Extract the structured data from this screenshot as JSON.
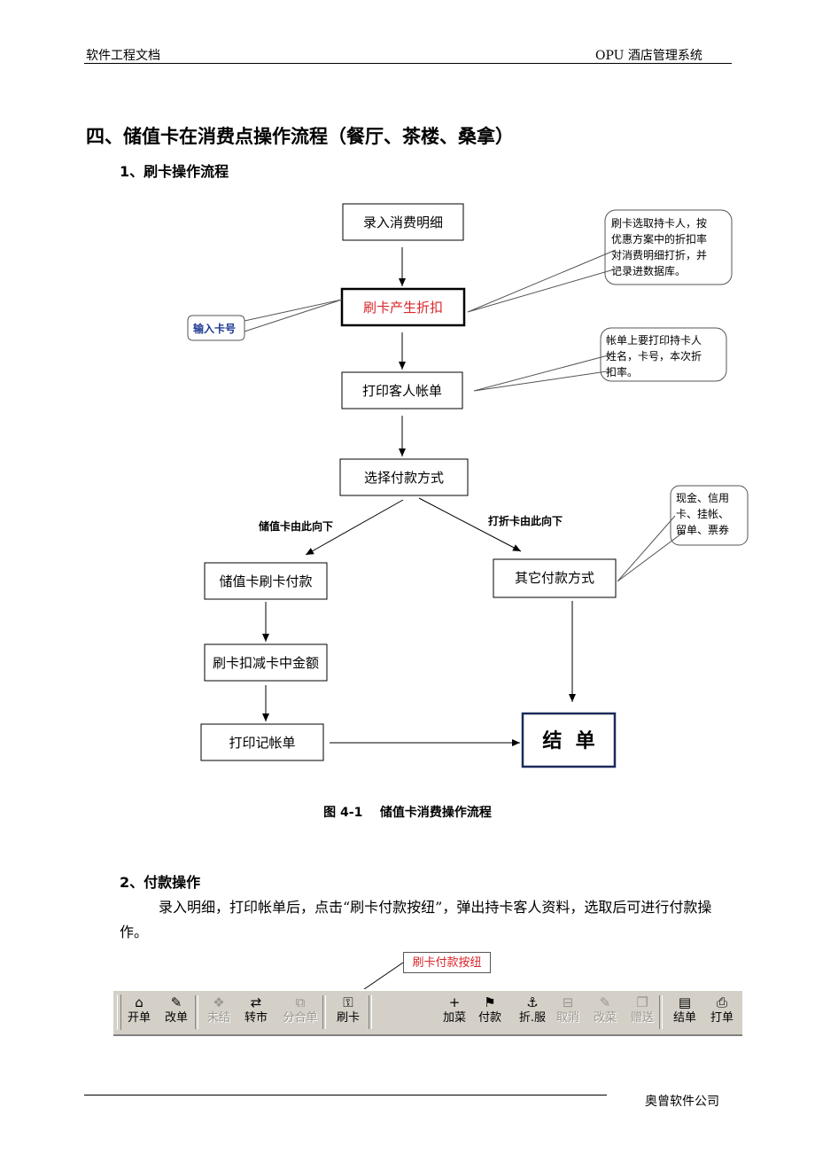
{
  "header": {
    "left": "软件工程文档",
    "right": "OPU 酒店管理系统"
  },
  "section_title": "四、储值卡在消费点操作流程（餐厅、茶楼、桑拿）",
  "subsection1": "1、刷卡操作流程",
  "flow": {
    "step1": "录入消费明细",
    "step2": "刷卡产生折扣",
    "step3": "打印客人帐单",
    "step4": "选择付款方式",
    "left1": "储值卡刷卡付款",
    "left2": "刷卡扣减卡中金额",
    "left3": "打印记帐单",
    "right1": "其它付款方式",
    "end": "结  单",
    "label_left": "储值卡由此向下",
    "label_right": "打折卡由此向下",
    "note_card": "输入卡号",
    "note1": [
      "刷卡选取持卡人，按",
      "优惠方案中的折扣率",
      "对消费明细打折，并",
      "记录进数据库。"
    ],
    "note2": [
      "帐单上要打印持卡人",
      "姓名，卡号，本次折",
      "扣率。"
    ],
    "note3": [
      "现金、信用",
      "卡、挂帐、",
      "留单、票券"
    ]
  },
  "figure_caption": "图 4-1    储值卡消费操作流程",
  "subsection2": "2、付款操作",
  "paragraph": "录入明细，打印帐单后，点击“刷卡付款按纽”，弹出持卡客人资料，选取后可进行付款操作。",
  "callout": "刷卡付款按纽",
  "toolbar": {
    "buttons": [
      {
        "label": "开单",
        "icon": "open-bill-icon",
        "glyph": "⌂",
        "enabled": true
      },
      {
        "label": "改单",
        "icon": "edit-bill-icon",
        "glyph": "✎",
        "enabled": true
      },
      {
        "label": "未结",
        "icon": "unsettled-icon",
        "glyph": "❖",
        "enabled": false
      },
      {
        "label": "转市",
        "icon": "transfer-icon",
        "glyph": "⇄",
        "enabled": true
      },
      {
        "label": "分合单",
        "icon": "split-merge-icon",
        "glyph": "⧉",
        "enabled": false
      },
      {
        "label": "刷卡",
        "icon": "card-swipe-icon",
        "glyph": "⚿",
        "enabled": true
      },
      {
        "label": "加菜",
        "icon": "add-dish-icon",
        "glyph": "+",
        "enabled": true
      },
      {
        "label": "付款",
        "icon": "payment-icon",
        "glyph": "⚑",
        "enabled": true
      },
      {
        "label": "折.服",
        "icon": "discount-service-icon",
        "glyph": "⚓",
        "enabled": true
      },
      {
        "label": "取消",
        "icon": "cancel-icon",
        "glyph": "⊟",
        "enabled": false
      },
      {
        "label": "改菜",
        "icon": "change-dish-icon",
        "glyph": "✎",
        "enabled": false
      },
      {
        "label": "赠送",
        "icon": "gift-icon",
        "glyph": "❐",
        "enabled": false
      },
      {
        "label": "结单",
        "icon": "settle-bill-icon",
        "glyph": "▤",
        "enabled": true
      },
      {
        "label": "打单",
        "icon": "print-bill-icon",
        "glyph": "⎙",
        "enabled": true
      }
    ]
  },
  "footer": {
    "right": "奥曾软件公司"
  }
}
